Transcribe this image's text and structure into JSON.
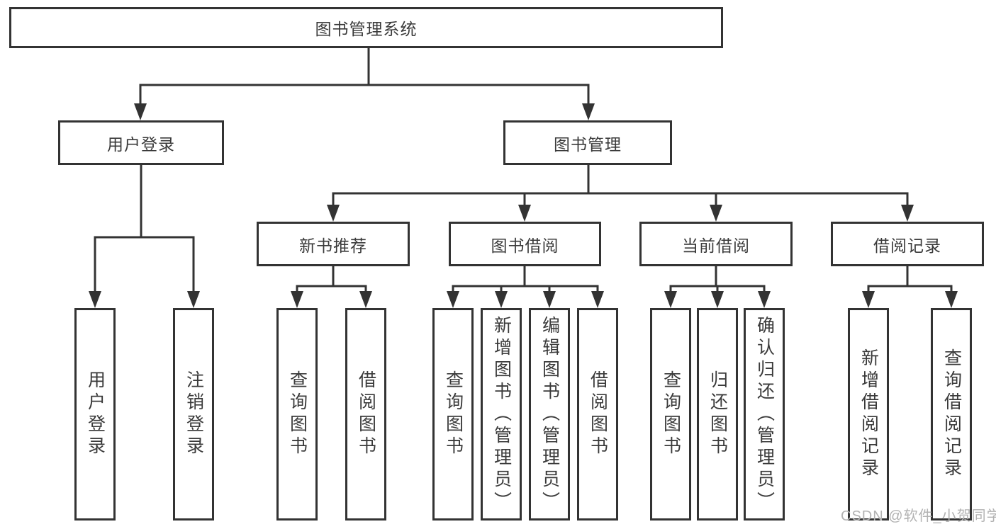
{
  "title": "图书管理系统",
  "watermark": "CSDN @软件_小贺同学",
  "colors": {
    "line": "#333333",
    "text": "#3a3a3a",
    "background": "#ffffff",
    "watermark": "#b2b2b2"
  },
  "tree": {
    "label": "图书管理系统",
    "children": [
      {
        "label": "用户登录",
        "children": [
          {
            "label": "用户登录"
          },
          {
            "label": "注销登录"
          }
        ]
      },
      {
        "label": "图书管理",
        "children": [
          {
            "label": "新书推荐",
            "children": [
              {
                "label": "查询图书"
              },
              {
                "label": "借阅图书"
              }
            ]
          },
          {
            "label": "图书借阅",
            "children": [
              {
                "label": "查询图书"
              },
              {
                "label": "新增图书（管理员）"
              },
              {
                "label": "编辑图书（管理员）"
              },
              {
                "label": "借阅图书"
              }
            ]
          },
          {
            "label": "当前借阅",
            "children": [
              {
                "label": "查询图书"
              },
              {
                "label": "归还图书"
              },
              {
                "label": "确认归还（管理员）"
              }
            ]
          },
          {
            "label": "借阅记录",
            "children": [
              {
                "label": "新增借阅记录"
              },
              {
                "label": "查询借阅记录"
              }
            ]
          }
        ]
      }
    ]
  }
}
